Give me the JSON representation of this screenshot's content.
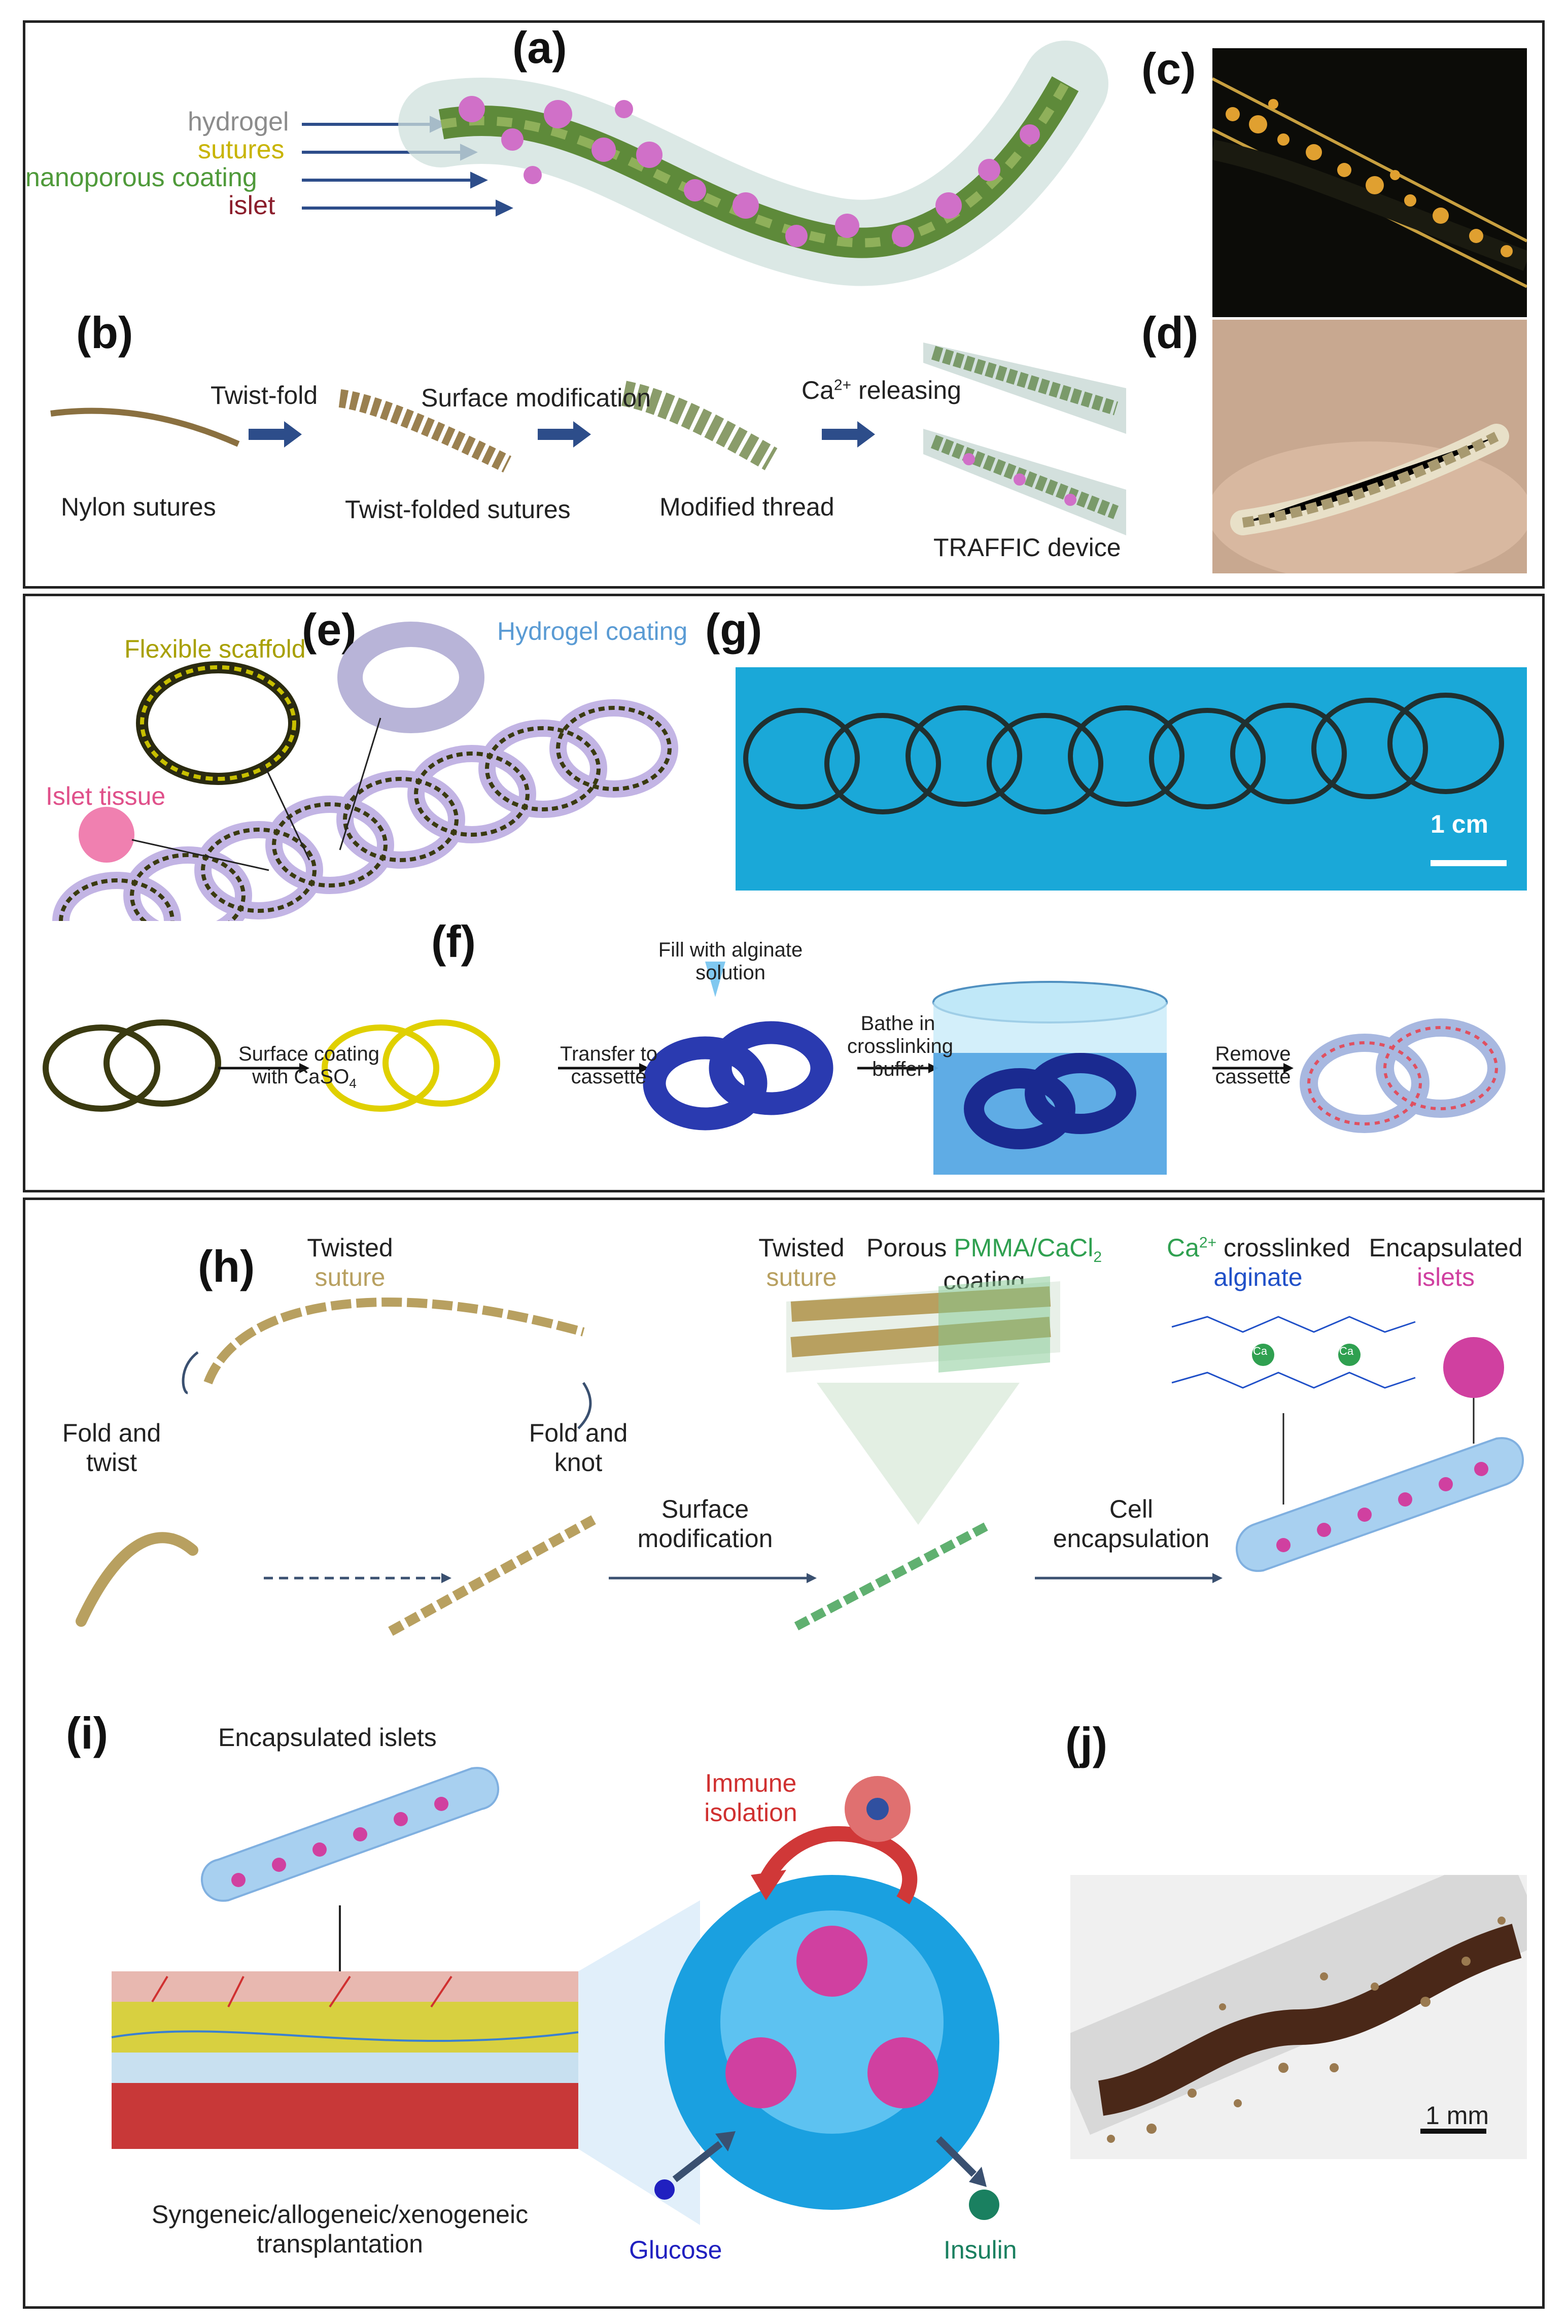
{
  "panel_labels": {
    "a": "(a)",
    "b": "(b)",
    "c": "(c)",
    "d": "(d)",
    "e": "(e)",
    "f": "(f)",
    "g": "(g)",
    "h": "(h)",
    "i": "(i)",
    "j": "(j)"
  },
  "panel_a": {
    "layers": [
      {
        "label": "hydrogel",
        "color": "#8c8c8c"
      },
      {
        "label": "sutures",
        "color": "#c8b400"
      },
      {
        "label": "nanoporous coating",
        "color": "#4f9a3a"
      },
      {
        "label": "islet",
        "color": "#8b1e2c"
      }
    ]
  },
  "panel_b": {
    "steps": [
      "Nylon sutures",
      "Twist-folded sutures",
      "Modified thread",
      "TRAFFIC device"
    ],
    "arrows": [
      "Twist-fold",
      "Surface modification",
      "releasing"
    ],
    "ca_ion": "Ca",
    "ca_charge": "2+"
  },
  "panel_e": {
    "flexible_scaffold": "Flexible scaffold",
    "hydrogel_coating": "Hydrogel coating",
    "islet_tissue": "Islet tissue",
    "colors": {
      "scaffold": "#a8a000",
      "hydrogel": "#5a9bd4",
      "islet": "#e0508a"
    }
  },
  "panel_g": {
    "scale_bar": "1 cm"
  },
  "panel_f": {
    "step1_line1": "Surface coating",
    "step1_line2": "with CaSO",
    "step1_sub": "4",
    "step2_line1": "Transfer to",
    "step2_line2": "cassette",
    "fill_line1": "Fill with alginate",
    "fill_line2": "solution",
    "step3_line1": "Bathe in",
    "step3_line2": "crosslinking",
    "step3_line3": "buffer",
    "step4_line1": "Remove",
    "step4_line2": "cassette"
  },
  "panel_h": {
    "twisted_top": "Twisted",
    "suture_word": "suture",
    "fold_twist_1": "Fold and",
    "fold_twist_2": "twist",
    "fold_knot_1": "Fold and",
    "fold_knot_2": "knot",
    "surface_mod_1": "Surface",
    "surface_mod_2": "modification",
    "cell_enc_1": "Cell",
    "cell_enc_2": "encapsulation",
    "twisted_2": "Twisted",
    "suture_2": "suture",
    "porous_1": "Porous",
    "porous_pmma": "PMMA/CaCl",
    "porous_sub": "2",
    "porous_2": "coating",
    "ca_label": "Ca",
    "ca_charge": "2+",
    "crosslinked": "crosslinked",
    "alginate": "alginate",
    "encapsulated": "Encapsulated",
    "islets": "islets",
    "ca_ball": "Ca",
    "colors": {
      "suture": "#b8a060",
      "green": "#2fa050",
      "blue": "#2050c8",
      "pink": "#d040a0"
    }
  },
  "panel_i": {
    "encapsulated_islets": "Encapsulated islets",
    "immune_1": "Immune",
    "immune_2": "isolation",
    "glucose": "Glucose",
    "insulin": "Insulin",
    "transplant_1": "Syngeneic/allogeneic/xenogeneic",
    "transplant_2": "transplantation",
    "colors": {
      "immune": "#d03030",
      "glucose": "#2020c0",
      "insulin": "#1a8060"
    }
  },
  "panel_j": {
    "scale_bar": "1 mm"
  }
}
